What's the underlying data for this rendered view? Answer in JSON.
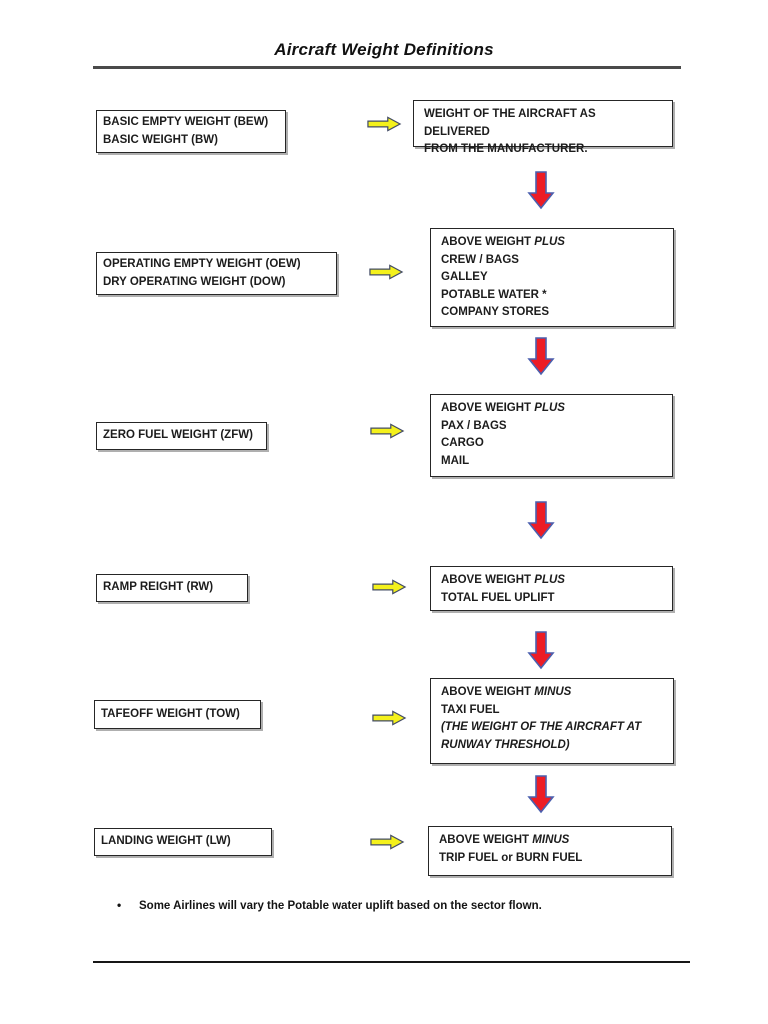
{
  "page": {
    "title": "Aircraft Weight Definitions",
    "bullet_char": "•",
    "footnote": "Some Airlines will vary the Potable water uplift based on the sector flown."
  },
  "colors": {
    "arrow_yellow": "#f4f11c",
    "arrow_yellow_stroke": "#434c66",
    "arrow_red": "#ed1c24",
    "arrow_red_stroke": "#4a5fae",
    "box_border": "#262626"
  },
  "rows": [
    {
      "left_lines": [
        "BASIC EMPTY WEIGHT (BEW)",
        "BASIC WEIGHT (BW)"
      ],
      "right_lines": [
        {
          "t": "WEIGHT OF THE AIRCRAFT AS DELIVERED",
          "em": ""
        },
        {
          "t": "FROM THE MANUFACTURER.",
          "em": ""
        }
      ]
    },
    {
      "left_lines": [
        "OPERATING EMPTY WEIGHT (OEW)",
        "DRY OPERATING WEIGHT (DOW)"
      ],
      "right_lines": [
        {
          "t": "ABOVE WEIGHT",
          "em": "PLUS"
        },
        {
          "t": "CREW / BAGS",
          "em": ""
        },
        {
          "t": "GALLEY",
          "em": ""
        },
        {
          "t": "POTABLE WATER *",
          "em": ""
        },
        {
          "t": "COMPANY STORES",
          "em": ""
        }
      ]
    },
    {
      "left_lines": [
        "ZERO FUEL WEIGHT (ZFW)"
      ],
      "right_lines": [
        {
          "t": "ABOVE WEIGHT",
          "em": "PLUS"
        },
        {
          "t": "PAX / BAGS",
          "em": ""
        },
        {
          "t": "CARGO",
          "em": ""
        },
        {
          "t": "MAIL",
          "em": ""
        }
      ]
    },
    {
      "left_lines": [
        "RAMP REIGHT (RW)"
      ],
      "right_lines": [
        {
          "t": "ABOVE WEIGHT",
          "em": "PLUS"
        },
        {
          "t": "TOTAL FUEL UPLIFT",
          "em": ""
        }
      ]
    },
    {
      "left_lines": [
        "TAFEOFF WEIGHT (TOW)"
      ],
      "right_lines": [
        {
          "t": "ABOVE WEIGHT",
          "em": "MINUS"
        },
        {
          "t": "TAXI FUEL",
          "em": ""
        },
        {
          "t": "(THE WEIGHT OF THE AIRCRAFT AT",
          "em": ""
        },
        {
          "t": "RUNWAY THRESHOLD)",
          "em": ""
        }
      ]
    },
    {
      "left_lines": [
        "LANDING WEIGHT (LW)"
      ],
      "right_lines": [
        {
          "t": "ABOVE WEIGHT",
          "em": "MINUS"
        },
        {
          "t": "TRIP FUEL or BURN FUEL",
          "em": ""
        }
      ]
    }
  ]
}
